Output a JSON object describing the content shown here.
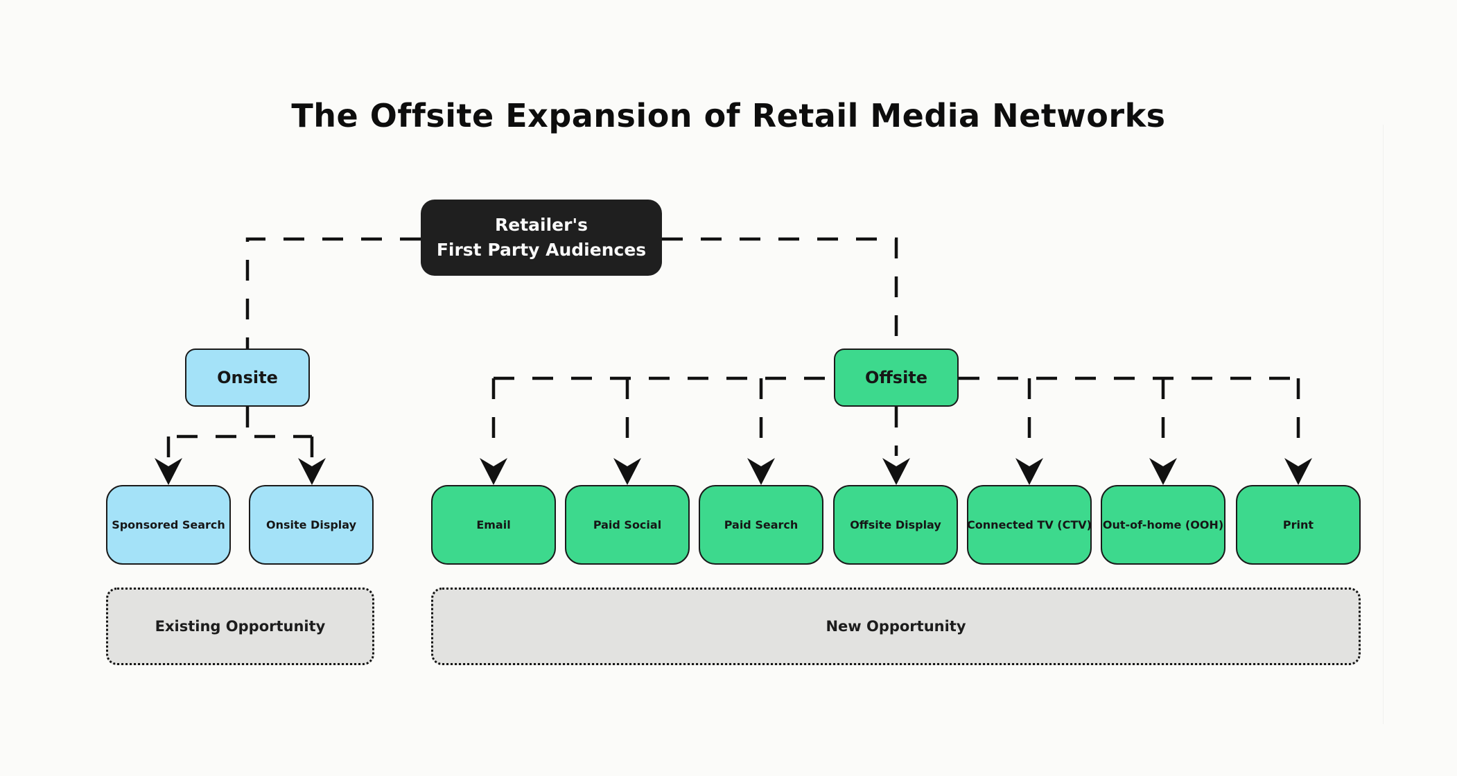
{
  "title": "The Offsite Expansion of Retail Media Networks",
  "colors": {
    "background": "#FBFBF9",
    "root_box": "#1F1F1F",
    "root_text": "#FAFAFA",
    "onsite_blue": "#A4E2F8",
    "offsite_green": "#3DD98D",
    "opportunity_gray": "#E2E2E0",
    "line_black": "#111111"
  },
  "nodes": {
    "root": {
      "line1": "Retailer's",
      "line2": "First Party Audiences"
    },
    "onsite": {
      "label": "Onsite"
    },
    "offsite": {
      "label": "Offsite"
    },
    "onsite_children": [
      {
        "label": "Sponsored Search"
      },
      {
        "label": "Onsite Display"
      }
    ],
    "offsite_children": [
      {
        "label": "Email"
      },
      {
        "label": "Paid Social"
      },
      {
        "label": "Paid Search"
      },
      {
        "label": "Offsite Display"
      },
      {
        "label": "Connected TV (CTV)"
      },
      {
        "label": "Out-of-home (OOH)"
      },
      {
        "label": "Print"
      }
    ]
  },
  "footers": {
    "existing": "Existing Opportunity",
    "new": "New Opportunity"
  }
}
